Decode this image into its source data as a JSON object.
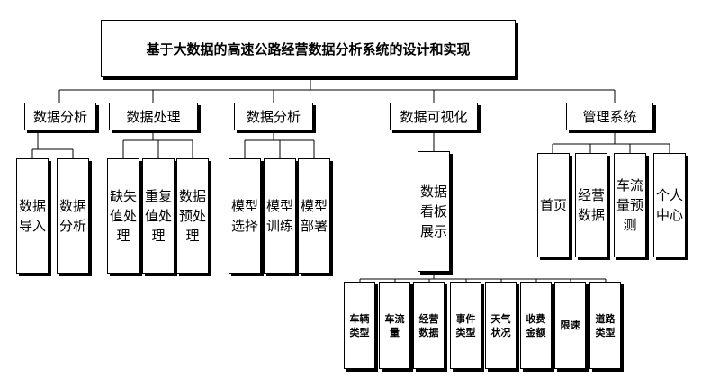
{
  "title": "基于大数据的高速公路经营数据分析系统的设计和实现",
  "categories": [
    {
      "label": "数据分析",
      "children": [
        "数据导入",
        "数据分析"
      ]
    },
    {
      "label": "数据处理",
      "children": [
        "缺失值处理",
        "重复值处理",
        "数据预处理"
      ]
    },
    {
      "label": "数据分析",
      "children": [
        "模型选择",
        "模型训练",
        "模型部署"
      ]
    },
    {
      "label": "数据可视化",
      "children": [
        "数据看板展示"
      ],
      "sub_children": [
        "车辆类型",
        "车流量",
        "经营数据",
        "事件类型",
        "天气状况",
        "收费金额",
        "限速",
        "道路类型"
      ]
    },
    {
      "label": "管理系统",
      "children": [
        "首页",
        "经营数据",
        "车流量预测",
        "个人中心"
      ]
    }
  ]
}
